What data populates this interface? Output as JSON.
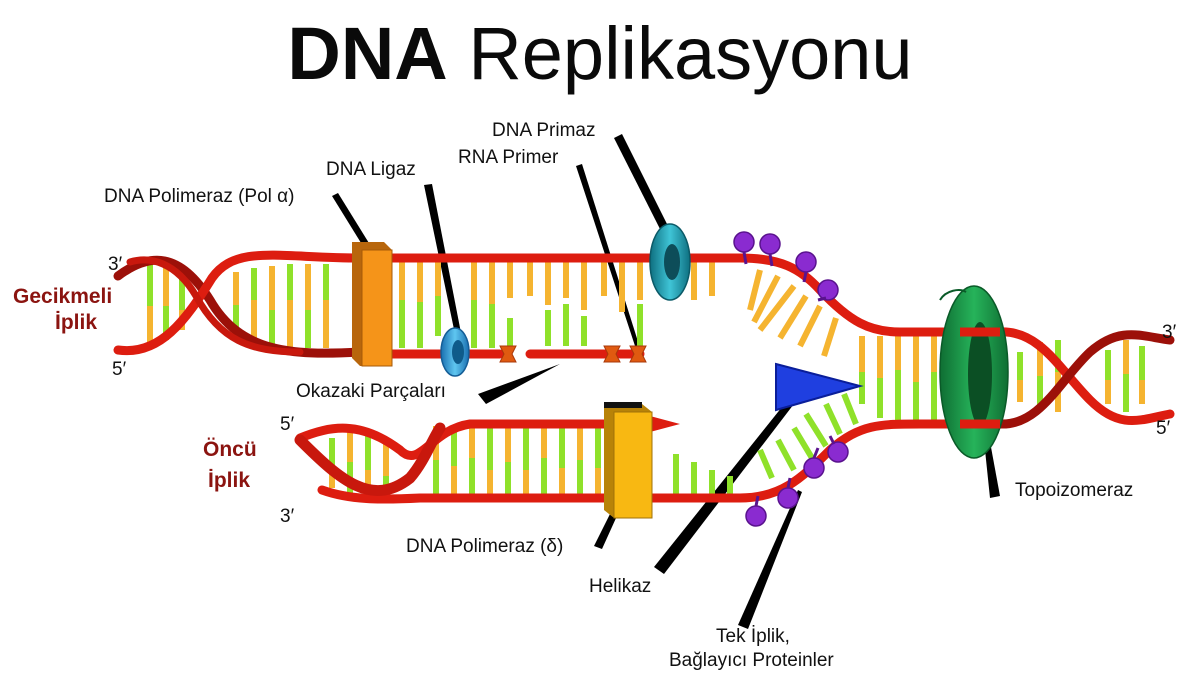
{
  "title": {
    "bold": "DNA",
    "rest": "Replikasyonu"
  },
  "strands": {
    "lagging": {
      "line1": "Gecikmeli",
      "line2": "İplik",
      "top_end": "3′",
      "bottom_end": "5′"
    },
    "leading": {
      "line1": "Öncü",
      "line2": "İplik",
      "top_end": "5′",
      "bottom_end": "3′"
    },
    "right": {
      "top_end": "3′",
      "bottom_end": "5′"
    }
  },
  "labels": {
    "pol_alpha": "DNA Polimeraz (Pol α)",
    "ligase": "DNA Ligaz",
    "primase": "DNA Primaz",
    "rna_primer": "RNA Primer",
    "okazaki": "Okazaki Parçaları",
    "pol_delta": "DNA Polimeraz (δ)",
    "helicase": "Helikaz",
    "ssb_line1": "Tek İplik,",
    "ssb_line2": "Bağlayıcı Proteinler",
    "topoisomerase": "Topoizomeraz"
  },
  "colors": {
    "backbone": "#dd1d10",
    "backbone_dark": "#9c1009",
    "base_green": "#8fe12a",
    "base_orange": "#f5b430",
    "pol_alpha": "#f59419",
    "pol_delta": "#f8b812",
    "ligase": "#2a9ed4",
    "primase": "#1a9fb4",
    "helicase": "#1f3fe0",
    "topoisomerase": "#1ea24a",
    "ssb": "#8a2bd0",
    "primer": "#e05a10",
    "strand_label": "#8b1410"
  }
}
